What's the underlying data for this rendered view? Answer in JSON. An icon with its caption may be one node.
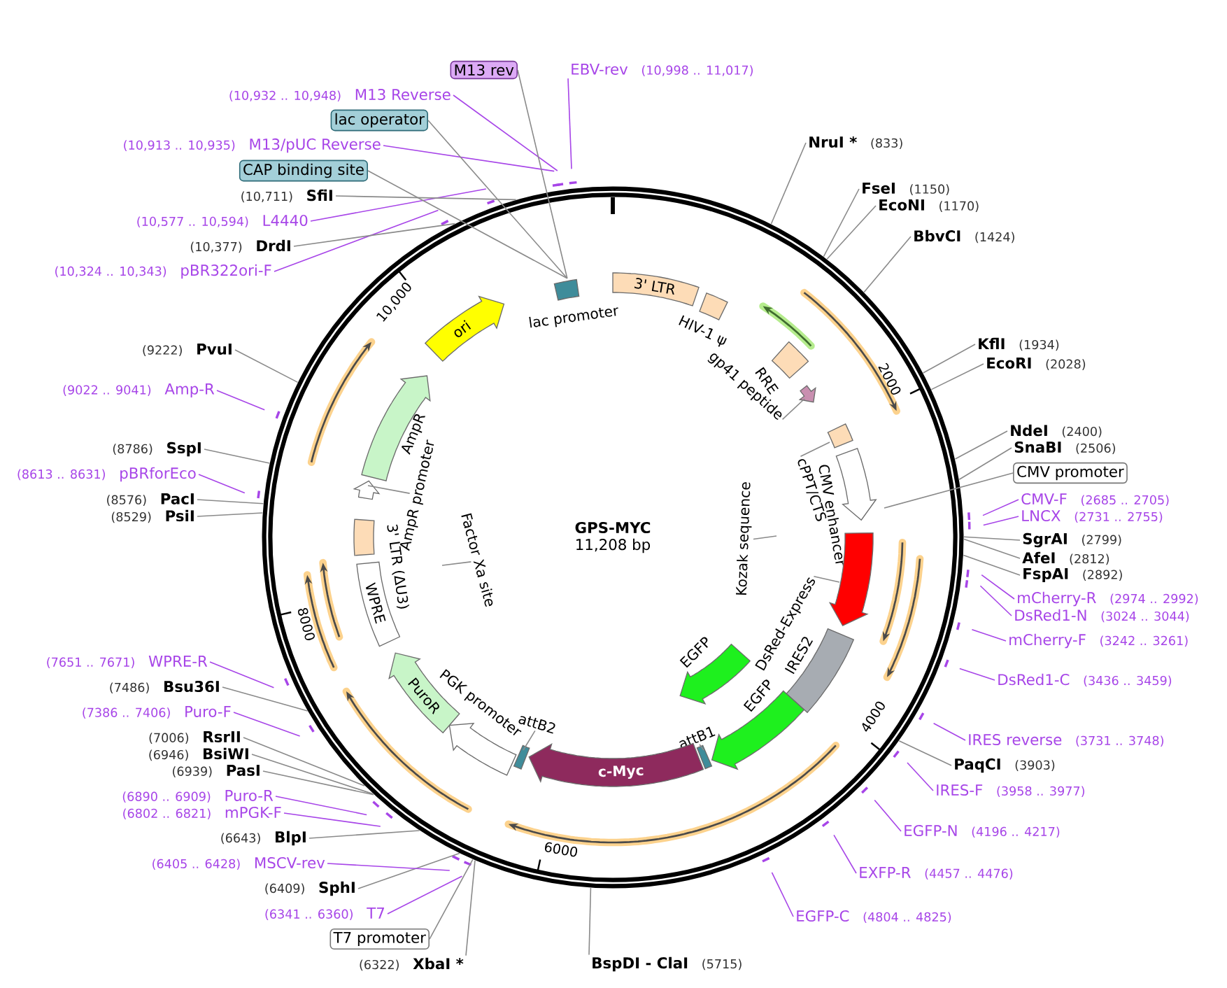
{
  "diagram": {
    "title": "GPS-MYC",
    "nodes": [
      {
        "text": [
          "EBV-rev",
          "(10,998 .. 11,017)"
        ]
      },
      {
        "text": [
          "NruI *",
          "(833)"
        ]
      },
      {
        "text": [
          "FseI",
          "(1150)"
        ]
      },
      {
        "text": [
          "EcoNI",
          "(1170)"
        ]
      },
      {
        "text": [
          "BbvCI",
          "(1424)"
        ]
      },
      {
        "text": [
          "KflI",
          "(1934)"
        ]
      },
      {
        "text": [
          "EcoRI",
          "(2028)"
        ]
      },
      {
        "text": [
          "NdeI",
          "(2400)"
        ]
      },
      {
        "text": [
          "SnaBI",
          "(2506)"
        ]
      },
      {
        "text": [
          "CMV promoter"
        ]
      },
      {
        "text": [
          "CMV-F",
          "(2685 .. 2705)"
        ]
      },
      {
        "text": [
          "LNCX",
          "(2731 .. 2755)"
        ]
      },
      {
        "text": [
          "SgrAI",
          "(2799)"
        ]
      },
      {
        "text": [
          "AfeI",
          "(2812)"
        ]
      },
      {
        "text": [
          "FspAI",
          "(2892)"
        ]
      },
      {
        "text": [
          "mCherry-R",
          "(2974 .. 2992)"
        ]
      },
      {
        "text": [
          "DsRed1-N",
          "(3024 .. 3044)"
        ]
      },
      {
        "text": [
          "mCherry-F",
          "(3242 .. 3261)"
        ]
      },
      {
        "text": [
          "DsRed1-C",
          "(3436 .. 3459)"
        ]
      },
      {
        "text": [
          "IRES reverse",
          "(3731 .. 3748)"
        ]
      },
      {
        "text": [
          "PaqCI",
          "(3903)"
        ]
      },
      {
        "text": [
          "IRES-F",
          "(3958 .. 3977)"
        ]
      },
      {
        "text": [
          "EGFP-N",
          "(4196 .. 4217)"
        ]
      },
      {
        "text": [
          "EXFP-R",
          "(4457 .. 4476)"
        ]
      },
      {
        "text": [
          "EGFP-C",
          "(4804 .. 4825)"
        ]
      },
      {
        "text": [
          "BspDI - ClaI",
          "(5715)"
        ]
      },
      {
        "text": [
          "(6322)",
          "XbaI *"
        ]
      },
      {
        "text": [
          "T7 promoter"
        ]
      },
      {
        "text": [
          "(6341 .. 6360)",
          "T7"
        ]
      },
      {
        "text": [
          "(6409)",
          "SphI"
        ]
      },
      {
        "text": [
          "(6405 .. 6428)",
          "MSCV-rev"
        ]
      },
      {
        "text": [
          "(6643)",
          "BlpI"
        ]
      },
      {
        "text": [
          "(6802 .. 6821)",
          "mPGK-F"
        ]
      },
      {
        "text": [
          "(6890 .. 6909)",
          "Puro-R"
        ]
      },
      {
        "text": [
          "(6939)",
          "PasI"
        ]
      },
      {
        "text": [
          "(6946)",
          "BsiWI"
        ]
      },
      {
        "text": [
          "(7006)",
          "RsrII"
        ]
      },
      {
        "text": [
          "(7386 .. 7406)",
          "Puro-F"
        ]
      },
      {
        "text": [
          "(7486)",
          "Bsu36I"
        ]
      },
      {
        "text": [
          "(7651 .. 7671)",
          "WPRE-R"
        ]
      },
      {
        "text": [
          "(8529)",
          "PsiI"
        ]
      },
      {
        "text": [
          "(8576)",
          "PacI"
        ]
      },
      {
        "text": [
          "(8613 .. 8631)",
          "pBRforEco"
        ]
      },
      {
        "text": [
          "(8786)",
          "SspI"
        ]
      },
      {
        "text": [
          "(9022 .. 9041)",
          "Amp-R"
        ]
      },
      {
        "text": [
          "(9222)",
          "PvuI"
        ]
      },
      {
        "text": [
          "(10,324 .. 10,343)",
          "pBR322ori-F"
        ]
      },
      {
        "text": [
          "(10,377)",
          "DrdI"
        ]
      },
      {
        "text": [
          "(10,577 .. 10,594)",
          "L4440"
        ]
      },
      {
        "text": [
          "(10,711)",
          "SfiI"
        ]
      },
      {
        "text": [
          "CAP binding site"
        ]
      },
      {
        "text": [
          "(10,913 .. 10,935)",
          "M13/pUC Reverse"
        ]
      },
      {
        "text": [
          "lac operator"
        ]
      },
      {
        "text": [
          "(10,932 .. 10,948)",
          "M13 Reverse"
        ]
      },
      {
        "text": [
          "M13 rev"
        ]
      },
      {
        "text": [
          "3' LTR"
        ]
      },
      {
        "text": [
          "HIV-1 ψ"
        ]
      },
      {
        "text": [
          "RRE"
        ]
      },
      {
        "text": [
          "gp41 peptide"
        ]
      },
      {
        "text": [
          "cPPT/CTS"
        ]
      },
      {
        "text": [
          "CMV enhancer"
        ]
      },
      {
        "text": [
          "Kozak sequence"
        ]
      },
      {
        "text": [
          "DsRed-Express"
        ]
      },
      {
        "text": [
          "IRES2"
        ]
      },
      {
        "text": [
          "EGFP"
        ]
      },
      {
        "text": [
          "EGFP"
        ]
      },
      {
        "text": [
          "attB1"
        ]
      },
      {
        "text": [
          "c-Myc"
        ]
      },
      {
        "text": [
          "attB2"
        ]
      },
      {
        "text": [
          "PGK promoter"
        ]
      },
      {
        "text": [
          "PuroR"
        ]
      },
      {
        "text": [
          "WPRE"
        ]
      },
      {
        "text": [
          "3' LTR (ΔU3)"
        ]
      },
      {
        "text": [
          "Factor Xa site"
        ]
      },
      {
        "text": [
          "AmpR promoter"
        ]
      },
      {
        "text": [
          "AmpR"
        ]
      },
      {
        "text": [
          "ori"
        ]
      },
      {
        "text": [
          "lac promoter"
        ]
      },
      {
        "text": [],
        "shape": "arrow"
      },
      {
        "text": [],
        "shape": "box"
      },
      {
        "text": [],
        "shape": "arrow"
      },
      {
        "text": [],
        "shape": "bar"
      },
      {
        "text": [],
        "shape": "bar"
      },
      {
        "text": [],
        "shape": "arrow"
      }
    ],
    "edges": [
      {
        "from": 0,
        "to": null,
        "arrow": "none",
        "color": "#a745e8"
      },
      {
        "from": 1,
        "to": null,
        "arrow": "none"
      },
      {
        "from": 2,
        "to": null,
        "arrow": "none"
      },
      {
        "from": 3,
        "to": null,
        "arrow": "none"
      },
      {
        "from": 4,
        "to": null,
        "arrow": "none"
      },
      {
        "from": 5,
        "to": null,
        "arrow": "none"
      },
      {
        "from": 6,
        "to": null,
        "arrow": "none"
      },
      {
        "from": 7,
        "to": null,
        "arrow": "none"
      },
      {
        "from": 8,
        "to": null,
        "arrow": "none"
      },
      {
        "from": 9,
        "to": 60,
        "arrow": "none"
      },
      {
        "from": 10,
        "to": null,
        "arrow": "none",
        "color": "#a745e8"
      },
      {
        "from": 11,
        "to": null,
        "arrow": "none",
        "color": "#a745e8"
      },
      {
        "from": 12,
        "to": null,
        "arrow": "none"
      },
      {
        "from": 13,
        "to": null,
        "arrow": "none"
      },
      {
        "from": 14,
        "to": null,
        "arrow": "none"
      },
      {
        "from": 15,
        "to": null,
        "arrow": "none",
        "color": "#a745e8"
      },
      {
        "from": 16,
        "to": null,
        "arrow": "none",
        "color": "#a745e8"
      },
      {
        "from": 17,
        "to": null,
        "arrow": "none",
        "color": "#a745e8"
      },
      {
        "from": 18,
        "to": null,
        "arrow": "none",
        "color": "#a745e8"
      },
      {
        "from": 19,
        "to": null,
        "arrow": "none",
        "color": "#a745e8"
      },
      {
        "from": 20,
        "to": null,
        "arrow": "none"
      },
      {
        "from": 21,
        "to": null,
        "arrow": "none",
        "color": "#a745e8"
      },
      {
        "from": 22,
        "to": null,
        "arrow": "none",
        "color": "#a745e8"
      },
      {
        "from": 23,
        "to": null,
        "arrow": "none",
        "color": "#a745e8"
      },
      {
        "from": 24,
        "to": null,
        "arrow": "none",
        "color": "#a745e8"
      },
      {
        "from": 25,
        "to": null,
        "arrow": "none"
      },
      {
        "from": 26,
        "to": null,
        "arrow": "none"
      },
      {
        "from": 27,
        "to": null,
        "arrow": "none"
      },
      {
        "from": 28,
        "to": null,
        "arrow": "none",
        "color": "#a745e8"
      },
      {
        "from": 29,
        "to": null,
        "arrow": "none"
      },
      {
        "from": 30,
        "to": null,
        "arrow": "none",
        "color": "#a745e8"
      },
      {
        "from": 31,
        "to": null,
        "arrow": "none"
      },
      {
        "from": 32,
        "to": null,
        "arrow": "none",
        "color": "#a745e8"
      },
      {
        "from": 33,
        "to": null,
        "arrow": "none",
        "color": "#a745e8"
      },
      {
        "from": 34,
        "to": null,
        "arrow": "none"
      },
      {
        "from": 35,
        "to": null,
        "arrow": "none"
      },
      {
        "from": 36,
        "to": null,
        "arrow": "none"
      },
      {
        "from": 37,
        "to": null,
        "arrow": "none",
        "color": "#a745e8"
      },
      {
        "from": 38,
        "to": null,
        "arrow": "none"
      },
      {
        "from": 39,
        "to": null,
        "arrow": "none",
        "color": "#a745e8"
      },
      {
        "from": 40,
        "to": null,
        "arrow": "none"
      },
      {
        "from": 41,
        "to": null,
        "arrow": "none"
      },
      {
        "from": 42,
        "to": null,
        "arrow": "none",
        "color": "#a745e8"
      },
      {
        "from": 43,
        "to": null,
        "arrow": "none"
      },
      {
        "from": 44,
        "to": null,
        "arrow": "none",
        "color": "#a745e8"
      },
      {
        "from": 45,
        "to": null,
        "arrow": "none"
      },
      {
        "from": 46,
        "to": null,
        "arrow": "none",
        "color": "#a745e8"
      },
      {
        "from": 47,
        "to": null,
        "arrow": "none"
      },
      {
        "from": 48,
        "to": null,
        "arrow": "none",
        "color": "#a745e8"
      },
      {
        "from": 49,
        "to": null,
        "arrow": "none"
      },
      {
        "from": 50,
        "to": 77,
        "arrow": "none"
      },
      {
        "from": 51,
        "to": null,
        "arrow": "none",
        "color": "#a745e8"
      },
      {
        "from": 52,
        "to": 77,
        "arrow": "none"
      },
      {
        "from": 53,
        "to": null,
        "arrow": "none",
        "color": "#a745e8"
      },
      {
        "from": 54,
        "to": 77,
        "arrow": "none"
      },
      {
        "from": 58,
        "to": 78,
        "arrow": "none"
      },
      {
        "from": 59,
        "to": 79,
        "arrow": "none"
      },
      {
        "from": 61,
        "to": null,
        "arrow": "none"
      },
      {
        "from": 62,
        "to": 80,
        "arrow": "none"
      },
      {
        "from": 66,
        "to": 82,
        "arrow": "none"
      },
      {
        "from": 68,
        "to": 81,
        "arrow": "none"
      },
      {
        "from": 73,
        "to": null,
        "arrow": "none"
      },
      {
        "from": 74,
        "to": 83,
        "arrow": "none"
      }
    ],
    "labels": [
      "11,208 bp",
      "2000",
      "4000",
      "6000",
      "8000",
      "10,000"
    ]
  }
}
